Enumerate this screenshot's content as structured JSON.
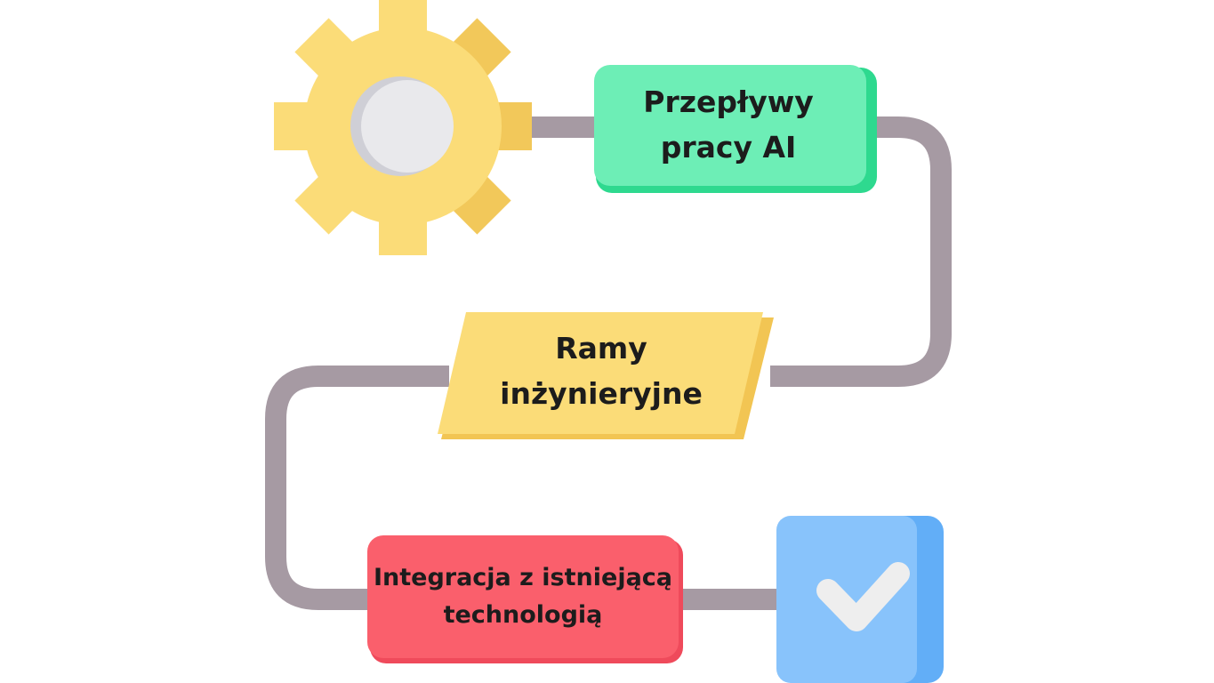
{
  "diagram": {
    "colors": {
      "connector": "#a69aa3",
      "gear": "#fbdc78",
      "gear_shade": "#f2c85a",
      "gear_hub": "#e9e9ec",
      "gear_hub_shade": "#cfcfd6",
      "node_workflows": "#6deeb6",
      "node_workflows_shade": "#2ed98f",
      "node_frameworks": "#fbdc78",
      "node_frameworks_shade": "#f2c553",
      "node_integration": "#fa5f6c",
      "node_integration_shade": "#ef4a5b",
      "check_box": "#88c3fb",
      "check_box_shade": "#62aef7",
      "check_mark": "#eeeeee"
    },
    "icons": {
      "start": "gear-icon",
      "end": "check-icon"
    },
    "nodes": {
      "workflows": {
        "line1": "Przepływy",
        "line2": "pracy AI"
      },
      "frameworks": {
        "line1": "Ramy",
        "line2": "inżynieryjne"
      },
      "integration": {
        "line1": "Integracja z istniejącą",
        "line2": "technologią"
      }
    }
  }
}
